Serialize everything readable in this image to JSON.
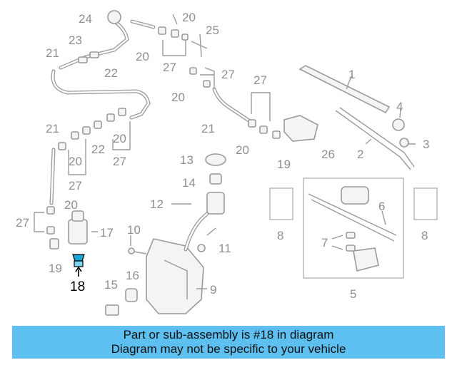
{
  "diagram": {
    "highlighted_part": "18",
    "accent_color": "#5ec0f0",
    "labels": [
      "24",
      "20",
      "25",
      "23",
      "21",
      "22",
      "27",
      "27",
      "20",
      "20",
      "27",
      "21",
      "20",
      "19",
      "26",
      "1",
      "4",
      "3",
      "2",
      "21",
      "20",
      "22",
      "27",
      "20",
      "27",
      "13",
      "14",
      "12",
      "20",
      "27",
      "17",
      "10",
      "11",
      "9",
      "19",
      "18",
      "16",
      "15",
      "8",
      "6",
      "7",
      "5",
      "8"
    ]
  },
  "banner": {
    "line1": "Part or sub-assembly is #18 in diagram",
    "line2": "Diagram may not be specific to your vehicle"
  }
}
